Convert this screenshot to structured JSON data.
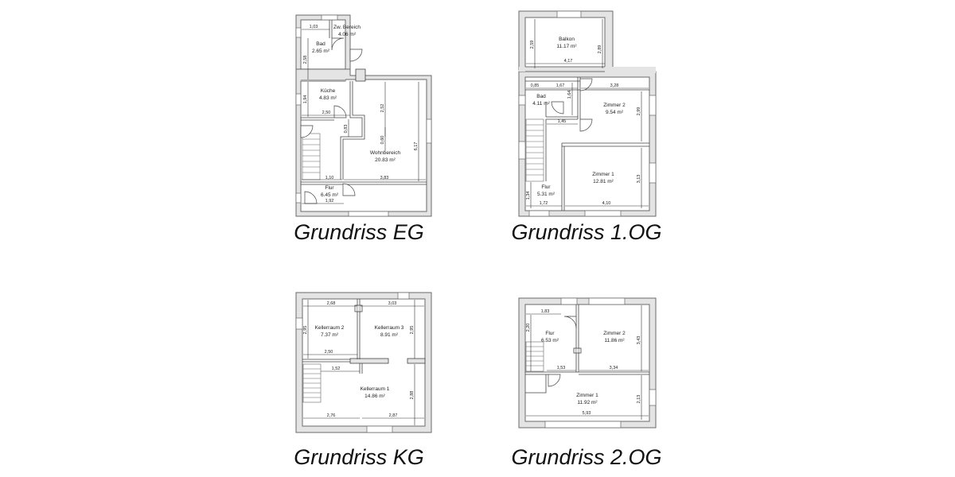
{
  "plans": {
    "eg": {
      "title": "Grundriss EG",
      "rooms": [
        {
          "name": "Zw. Bereich",
          "area": "4.06 m²"
        },
        {
          "name": "Bad",
          "area": "2.65 m²"
        },
        {
          "name": "Küche",
          "area": "4.83 m²"
        },
        {
          "name": "Wohnbereich",
          "area": "20.83 m²"
        },
        {
          "name": "Flur",
          "area": "6.45 m²"
        }
      ],
      "dims": [
        "1,03",
        "2,58",
        "1,94",
        "2,50",
        "0,83",
        "2,52",
        "0,60",
        "6,17",
        "1,10",
        "3,83",
        "1,92"
      ]
    },
    "og1": {
      "title": "Grundriss 1.OG",
      "rooms": [
        {
          "name": "Balkon",
          "area": "11.17 m²"
        },
        {
          "name": "Bad",
          "area": "4.11 m²"
        },
        {
          "name": "Zimmer 2",
          "area": "9.54 m²"
        },
        {
          "name": "Zimmer 1",
          "area": "12.81 m²"
        },
        {
          "name": "Flur",
          "area": "5.31 m²"
        }
      ],
      "dims": [
        "2,59",
        "2,89",
        "4,17",
        "0,85",
        "1,67",
        "3,28",
        "1,64",
        "2,99",
        "1,45",
        "3,13",
        "1,34",
        "1,72",
        "4,10"
      ]
    },
    "kg": {
      "title": "Grundriss KG",
      "rooms": [
        {
          "name": "Kellerraum 2",
          "area": "7.37 m²"
        },
        {
          "name": "Kellerraum 3",
          "area": "8.91 m²"
        },
        {
          "name": "Kellerraum 1",
          "area": "14.86 m²"
        }
      ],
      "dims": [
        "2,68",
        "3,03",
        "2,95",
        "2,95",
        "2,50",
        "1,52",
        "2,88",
        "2,76",
        "2,87"
      ]
    },
    "og2": {
      "title": "Grundriss 2.OG",
      "rooms": [
        {
          "name": "Flur",
          "area": "6.53 m²"
        },
        {
          "name": "Zimmer 2",
          "area": "11.86 m²"
        },
        {
          "name": "Zimmer 1",
          "area": "11.92 m²"
        }
      ],
      "dims": [
        "1,83",
        "2,20",
        "3,43",
        "1,53",
        "3,34",
        "2,13",
        "5,93"
      ]
    }
  }
}
